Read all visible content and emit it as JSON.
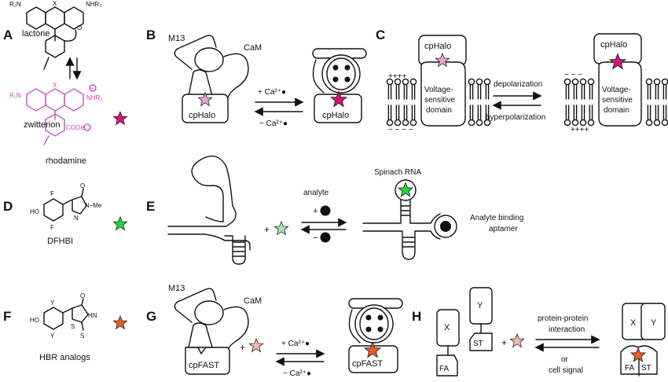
{
  "colors": {
    "magenta_star": "#d6137a",
    "pink_star": "#e7a7cf",
    "green_star": "#26d43a",
    "light_green_star": "#a6e9ae",
    "orange_star": "#ef5a22",
    "peach_star": "#f6bca8",
    "rhodamine_magenta": "#c73fbf"
  },
  "panels": {
    "A": {
      "letter": "A",
      "lactone_label": "lactone",
      "zwitterion_label": "zwitterion",
      "rhodamine_label": "rhodamine",
      "r2n_top": "R₂N",
      "nhr2_top": "NHR₂",
      "x_top": "X",
      "o_top": "O",
      "r2n_bottom": "R₂N",
      "nhr2_bottom": "NHR₂",
      "x_bottom": "X",
      "plus_charge": "+",
      "coo_label": "COO⊖"
    },
    "B": {
      "letter": "B",
      "m13_label": "M13",
      "cam_label": "CaM",
      "cphalo_left": "cpHalo",
      "cphalo_right": "cpHalo",
      "arrow_forward": "+ Ca²⁺●",
      "arrow_reverse": "− Ca²⁺●"
    },
    "C": {
      "letter": "C",
      "cphalo_left": "cpHalo",
      "cphalo_right": "cpHalo",
      "vsd_left_lines": [
        "Voltage-",
        "sensitive",
        "domain"
      ],
      "vsd_right_lines": [
        "Voltage-",
        "sensitive",
        "domain"
      ],
      "charge_top_left": "++++",
      "charge_bottom_left": "− − − −",
      "charge_top_right": "− − −",
      "charge_bottom_right": "++++",
      "forward_label": "depolarization",
      "reverse_label": "hyperpolarization"
    },
    "D": {
      "letter": "D",
      "compound_label": "DFHBI",
      "f_top": "F",
      "f_bottom": "F",
      "ho": "HO",
      "n_me": "N–Me",
      "n": "N",
      "o": "O"
    },
    "E": {
      "letter": "E",
      "spinach_label": "Spinach RNA",
      "analyte_label": "analyte",
      "plus_sign": "+",
      "minus_sign": "−",
      "aptamer_lines": [
        "Analyte binding",
        "aptamer"
      ],
      "plus_join": "+"
    },
    "F": {
      "letter": "F",
      "compound_label": "HBR analogs",
      "y_top": "Y",
      "y_bottom": "Y",
      "ho": "HO",
      "s": "S",
      "o": "O",
      "hn": "HN",
      "s2": "S"
    },
    "G": {
      "letter": "G",
      "m13_label": "M13",
      "cam_label": "CaM",
      "cpfast_left": "cpFAST",
      "cpfast_right": "cpFAST",
      "arrow_forward": "+ Ca²⁺●",
      "arrow_reverse": "− Ca²⁺●",
      "plus_join": "+"
    },
    "H": {
      "letter": "H",
      "x_left": "X",
      "y_left": "Y",
      "fa_left": "FA",
      "st_left": "ST",
      "x_right": "X",
      "y_right": "Y",
      "fa_right": "FA",
      "st_right": "ST",
      "forward_lines": [
        "protein-protein",
        "interaction"
      ],
      "or_label": "or",
      "reverse_label": "cell signal",
      "plus_join": "+"
    }
  }
}
